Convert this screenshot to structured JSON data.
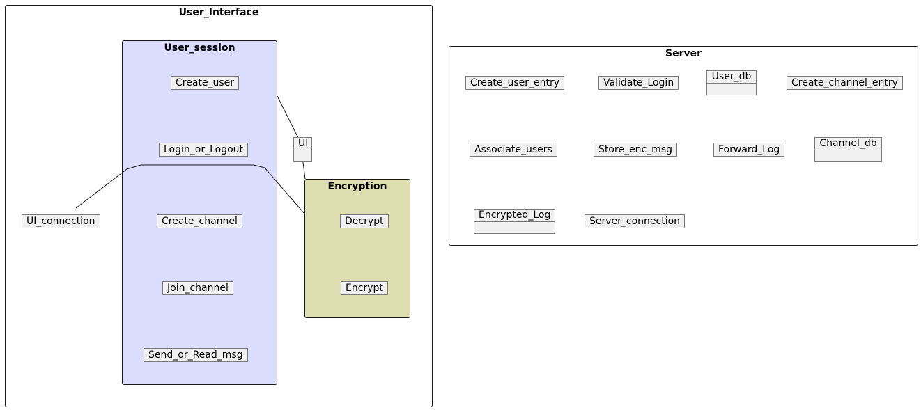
{
  "packages": {
    "user_interface": "User_Interface",
    "user_session": "User_session",
    "encryption": "Encryption",
    "server": "Server"
  },
  "user_session_items": [
    "Create_user",
    "Login_or_Logout",
    "Create_channel",
    "Join_channel",
    "Send_or_Read_msg"
  ],
  "encryption_items": [
    "Decrypt",
    "Encrypt"
  ],
  "ui_node": "UI",
  "ui_connection": "UI_connection",
  "server_items": {
    "create_user_entry": "Create_user_entry",
    "validate_login": "Validate_Login",
    "user_db": "User_db",
    "create_channel_entry": "Create_channel_entry",
    "associate_users": "Associate_users",
    "store_enc_msg": "Store_enc_msg",
    "forward_log": "Forward_Log",
    "channel_db": "Channel_db",
    "encrypted_log": "Encrypted_Log",
    "server_connection": "Server_connection"
  },
  "colors": {
    "user_session_fill": "#dcdcfe",
    "encryption_fill": "#dcdeaf",
    "node_fill": "#f1f1f1"
  }
}
